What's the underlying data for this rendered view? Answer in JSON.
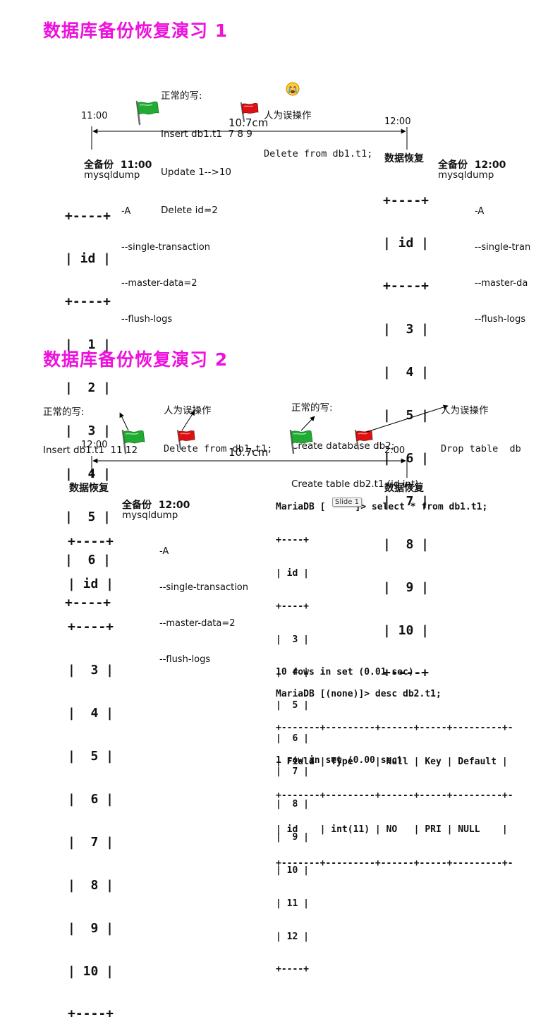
{
  "section1": {
    "title": "数据库备份恢复演习 1",
    "time_start": "11:00",
    "time_end": "12:00",
    "distance": "10.7cm",
    "normal_writes": {
      "label": "正常的写:",
      "lines": [
        "Insert db1.t1  7 8 9",
        "Update 1-->10",
        "Delete id=2"
      ]
    },
    "error_op": {
      "label": "人为误操作",
      "command": "Delete from db1.t1;"
    },
    "backup_left": {
      "header": "全备份  11:00",
      "tool": "mysqldump",
      "options": [
        "-A",
        "--single-transaction",
        "--master-data=2",
        "--flush-logs"
      ],
      "table": [
        "+----+",
        "| id |",
        "+----+",
        "|  1 |",
        "|  2 |",
        "|  3 |",
        "|  4 |",
        "|  5 |",
        "|  6 |",
        "+----+"
      ]
    },
    "restore_right": {
      "header": "数据恢复",
      "table": [
        "+----+",
        "| id |",
        "+----+",
        "|  3 |",
        "|  4 |",
        "|  5 |",
        "|  6 |",
        "|  7 |",
        "|  8 |",
        "|  9 |",
        "| 10 |",
        "+----+"
      ]
    },
    "backup_right": {
      "header": "全备份  12:00",
      "tool": "mysqldump",
      "options": [
        "-A",
        "--single-tran",
        "--master-da",
        "--flush-logs"
      ]
    }
  },
  "section2": {
    "title": "数据库备份恢复演习 2",
    "time_start": "12:00",
    "time_end": "2:00",
    "distance": "10.7cm",
    "normal_writes_1": {
      "label": "正常的写:",
      "lines": [
        "Insert db1.t1  11 12"
      ]
    },
    "error_op_1": {
      "label": "人为误操作",
      "command": "Delete from db1.t1;"
    },
    "normal_writes_2": {
      "label": "正常的写:",
      "lines": [
        "Create database db2;",
        "Create table db2.t1 (id int);"
      ]
    },
    "error_op_2": {
      "label": "人为误操作",
      "command": "Drop table  db"
    },
    "restore_left": {
      "header": "数据恢复",
      "table": [
        "+----+",
        "| id |",
        "+----+",
        "|  3 |",
        "|  4 |",
        "|  5 |",
        "|  6 |",
        "|  7 |",
        "|  8 |",
        "|  9 |",
        "| 10 |",
        "+----+"
      ]
    },
    "backup": {
      "header": "全备份  12:00",
      "tool": "mysqldump",
      "options": [
        "-A",
        "--single-transaction",
        "--master-data=2",
        "--flush-logs"
      ]
    },
    "restore_right": {
      "header": "数据恢复"
    },
    "console": {
      "prompt_1": "MariaDB [",
      "slide_tag": "Slide 1",
      "prompt_1_rest": "]> select * from db1.t1;",
      "select_table": [
        "+----+",
        "| id |",
        "+----+",
        "|  3 |",
        "|  4 |",
        "|  5 |",
        "|  6 |",
        "|  7 |",
        "|  8 |",
        "|  9 |",
        "| 10 |",
        "| 11 |",
        "| 12 |",
        "+----+"
      ],
      "select_result": "10 rows in set (0.01 sec)",
      "prompt_2": "MariaDB [(none)]> desc db2.t1;",
      "desc_table": [
        "+-------+---------+------+-----+---------+-",
        "| Field | Type    | Null | Key | Default |",
        "+-------+---------+------+-----+---------+-",
        "| id    | int(11) | NO   | PRI | NULL    |",
        "+-------+---------+------+-----+---------+-"
      ],
      "desc_result": "1 row in set (0.00 sec)"
    }
  },
  "colors": {
    "title": "#ee11dd",
    "flag_green": "#22aa33",
    "flag_red": "#dd1111"
  }
}
